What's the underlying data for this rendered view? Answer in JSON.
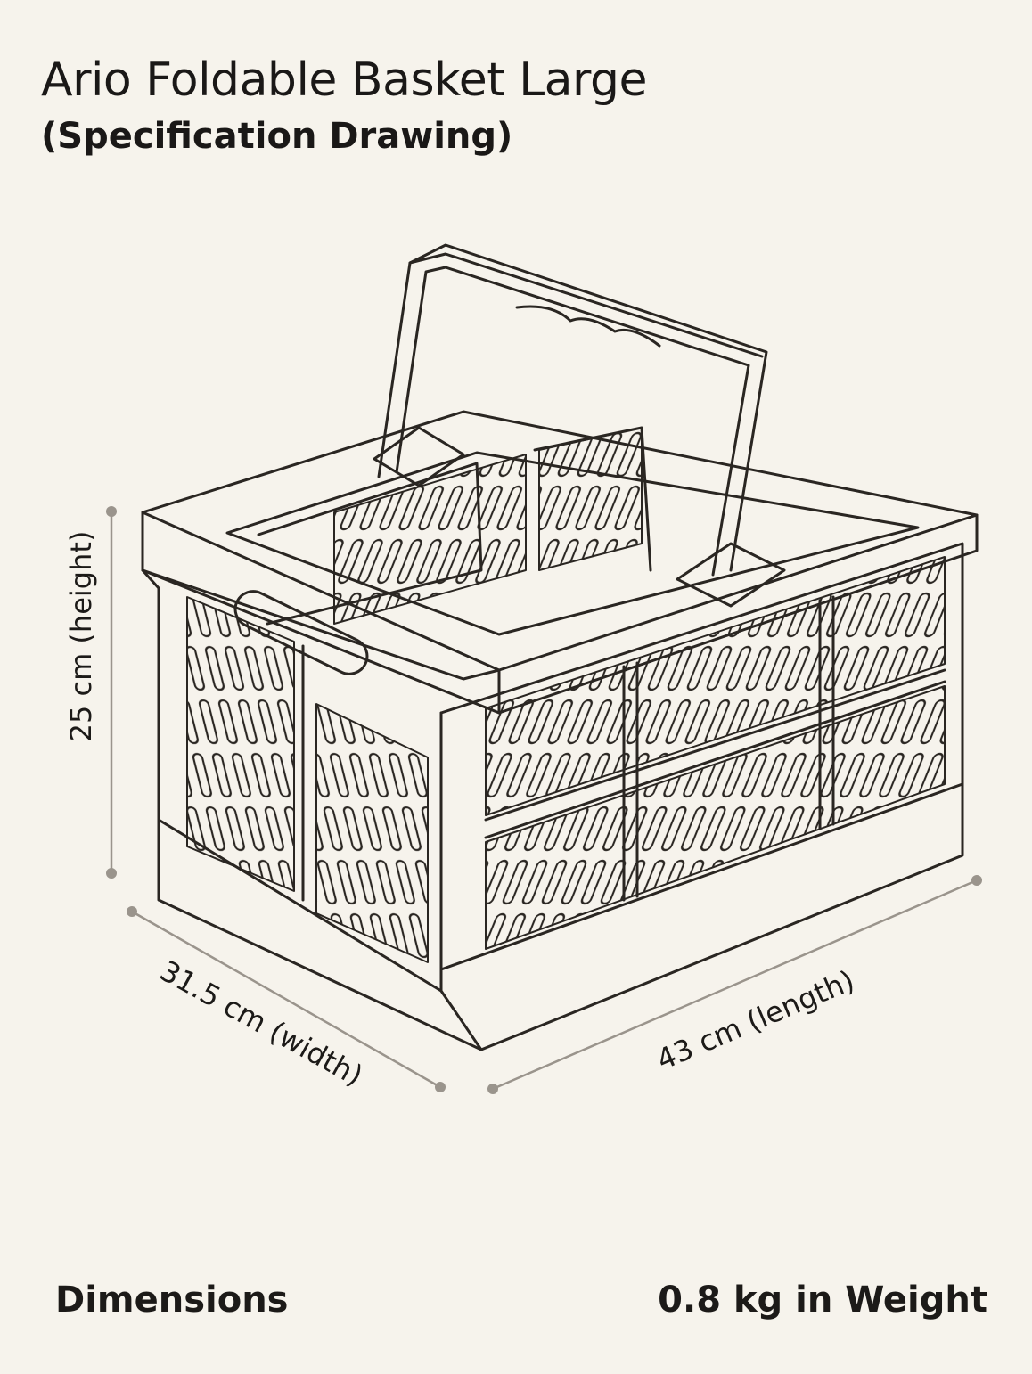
{
  "header": {
    "title": "Ario Foldable Basket Large",
    "subtitle": "(Specification Drawing)"
  },
  "dimensions": {
    "height": "25 cm (height)",
    "width": "31.5 cm (width)",
    "length": "43 cm (length)"
  },
  "footer": {
    "left": "Dimensions",
    "right": "0.8 kg in Weight"
  },
  "colors": {
    "background": "#f6f3ec",
    "line": "#2a2622",
    "dimension_line": "#9a948c"
  }
}
